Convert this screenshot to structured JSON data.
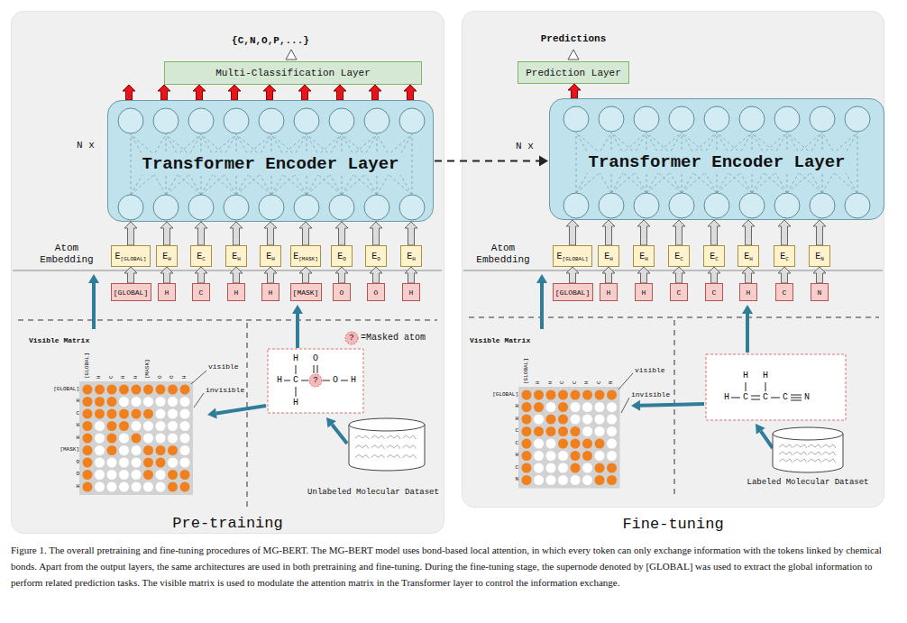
{
  "diagram": {
    "caption": "Figure 1. The overall pretraining and fine-tuning procedures of MG-BERT. The MG-BERT model uses bond-based local attention, in which every token can only exchange information with the tokens linked by chemical bonds. Apart from the output layers, the same architectures are used in both pretraining and fine-tuning. During the fine-tuning stage, the supernode denoted by [GLOBAL] was used to extract the global information to perform related prediction tasks. The visible matrix is used to modulate the attention matrix in the Transformer layer to control the information exchange.",
    "nodes": [
      {
        "text": [
          "Pre-training"
        ]
      },
      {
        "text": [
          "Multi-Classification Layer"
        ],
        "in": 0
      },
      {
        "text": [
          "Transformer Encoder Layer"
        ],
        "in": 0
      },
      {
        "text": [
          "E",
          "[GLOBAL]"
        ],
        "in": 0
      },
      {
        "text": [
          "E",
          "H"
        ],
        "in": 0
      },
      {
        "text": [
          "E",
          "C"
        ],
        "in": 0
      },
      {
        "text": [
          "E",
          "H"
        ],
        "in": 0
      },
      {
        "text": [
          "E",
          "H"
        ],
        "in": 0
      },
      {
        "text": [
          "E",
          "[MASK]"
        ],
        "in": 0
      },
      {
        "text": [
          "E",
          "O"
        ],
        "in": 0
      },
      {
        "text": [
          "E",
          "O"
        ],
        "in": 0
      },
      {
        "text": [
          "E",
          "H"
        ],
        "in": 0
      },
      {
        "text": [
          "[GLOBAL]"
        ],
        "in": 0
      },
      {
        "text": [
          "H"
        ],
        "in": 0
      },
      {
        "text": [
          "C"
        ],
        "in": 0
      },
      {
        "text": [
          "H"
        ],
        "in": 0
      },
      {
        "text": [
          "H"
        ],
        "in": 0
      },
      {
        "text": [
          "[MASK]"
        ],
        "in": 0
      },
      {
        "text": [
          "O"
        ],
        "in": 0
      },
      {
        "text": [
          "O"
        ],
        "in": 0
      },
      {
        "text": [
          "H"
        ],
        "in": 0
      },
      {
        "text": [
          "Unlabeled Molecular Dataset"
        ],
        "in": 0
      },
      {
        "text": [
          "Fine-tuning"
        ]
      },
      {
        "text": [
          "Prediction Layer"
        ],
        "in": 22
      },
      {
        "text": [
          "Transformer Encoder Layer"
        ],
        "in": 22
      },
      {
        "text": [
          "E",
          "[GLOBAL]"
        ],
        "in": 22
      },
      {
        "text": [
          "E",
          "H"
        ],
        "in": 22
      },
      {
        "text": [
          "E",
          "H"
        ],
        "in": 22
      },
      {
        "text": [
          "E",
          "C"
        ],
        "in": 22
      },
      {
        "text": [
          "E",
          "C"
        ],
        "in": 22
      },
      {
        "text": [
          "E",
          "H"
        ],
        "in": 22
      },
      {
        "text": [
          "E",
          "C"
        ],
        "in": 22
      },
      {
        "text": [
          "E",
          "N"
        ],
        "in": 22
      },
      {
        "text": [
          "[GLOBAL]"
        ],
        "in": 22
      },
      {
        "text": [
          "H"
        ],
        "in": 22
      },
      {
        "text": [
          "H"
        ],
        "in": 22
      },
      {
        "text": [
          "C"
        ],
        "in": 22
      },
      {
        "text": [
          "C"
        ],
        "in": 22
      },
      {
        "text": [
          "H"
        ],
        "in": 22
      },
      {
        "text": [
          "C"
        ],
        "in": 22
      },
      {
        "text": [
          "N"
        ],
        "in": 22
      },
      {
        "text": [
          "Labeled Molecular Dataset"
        ],
        "in": 22
      }
    ],
    "edges": [
      {
        "from": 2,
        "to": 1,
        "arrow": "to"
      },
      {
        "from": 2,
        "to": 1,
        "arrow": "to"
      },
      {
        "from": 2,
        "to": 1,
        "arrow": "to"
      },
      {
        "from": 2,
        "to": 1,
        "arrow": "to"
      },
      {
        "from": 2,
        "to": 1,
        "arrow": "to"
      },
      {
        "from": 2,
        "to": 1,
        "arrow": "to"
      },
      {
        "from": 2,
        "to": 1,
        "arrow": "to"
      },
      {
        "from": 2,
        "to": 1,
        "arrow": "to"
      },
      {
        "from": 2,
        "to": 1,
        "arrow": "to"
      },
      {
        "from": 12,
        "to": 3,
        "arrow": "to"
      },
      {
        "from": 13,
        "to": 4,
        "arrow": "to"
      },
      {
        "from": 14,
        "to": 5,
        "arrow": "to"
      },
      {
        "from": 15,
        "to": 6,
        "arrow": "to"
      },
      {
        "from": 16,
        "to": 7,
        "arrow": "to"
      },
      {
        "from": 17,
        "to": 8,
        "arrow": "to"
      },
      {
        "from": 18,
        "to": 9,
        "arrow": "to"
      },
      {
        "from": 19,
        "to": 10,
        "arrow": "to"
      },
      {
        "from": 20,
        "to": 11,
        "arrow": "to"
      },
      {
        "from": 3,
        "to": 2,
        "arrow": "to"
      },
      {
        "from": 4,
        "to": 2,
        "arrow": "to"
      },
      {
        "from": 5,
        "to": 2,
        "arrow": "to"
      },
      {
        "from": 6,
        "to": 2,
        "arrow": "to"
      },
      {
        "from": 7,
        "to": 2,
        "arrow": "to"
      },
      {
        "from": 8,
        "to": 2,
        "arrow": "to"
      },
      {
        "from": 9,
        "to": 2,
        "arrow": "to"
      },
      {
        "from": 10,
        "to": 2,
        "arrow": "to"
      },
      {
        "from": 11,
        "to": 2,
        "arrow": "to"
      },
      {
        "from": 2,
        "to": 24,
        "arrow": "to"
      },
      {
        "from": 24,
        "to": 23,
        "arrow": "to"
      },
      {
        "from": 33,
        "to": 25,
        "arrow": "to"
      },
      {
        "from": 34,
        "to": 26,
        "arrow": "to"
      },
      {
        "from": 35,
        "to": 27,
        "arrow": "to"
      },
      {
        "from": 36,
        "to": 28,
        "arrow": "to"
      },
      {
        "from": 37,
        "to": 29,
        "arrow": "to"
      },
      {
        "from": 38,
        "to": 30,
        "arrow": "to"
      },
      {
        "from": 39,
        "to": 31,
        "arrow": "to"
      },
      {
        "from": 40,
        "to": 32,
        "arrow": "to"
      },
      {
        "from": 25,
        "to": 24,
        "arrow": "to"
      },
      {
        "from": 26,
        "to": 24,
        "arrow": "to"
      },
      {
        "from": 27,
        "to": 24,
        "arrow": "to"
      },
      {
        "from": 28,
        "to": 24,
        "arrow": "to"
      },
      {
        "from": 29,
        "to": 24,
        "arrow": "to"
      },
      {
        "from": 30,
        "to": 24,
        "arrow": "to"
      },
      {
        "from": 31,
        "to": 24,
        "arrow": "to"
      },
      {
        "from": 32,
        "to": 24,
        "arrow": "to"
      }
    ],
    "labels": [
      "{C,N,O,P,...}",
      "N x",
      "Atom Embedding",
      "Visible Matrix",
      "[GLOBAL]",
      "H",
      "C",
      "H",
      "H",
      "[MASK]",
      "O",
      "O",
      "H",
      "[GLOBAL]",
      "H",
      "C",
      "H",
      "H",
      "[MASK]",
      "O",
      "O",
      "H",
      "visible",
      "invisible",
      "?",
      "=Masked atom",
      "H",
      "O",
      "H",
      "C",
      "?",
      "O",
      "H",
      "H",
      "Predictions",
      "N x",
      "Atom Embedding",
      "Visible Matrix",
      "[GLOBAL]",
      "H",
      "H",
      "C",
      "C",
      "H",
      "C",
      "N",
      "[GLOBAL]",
      "H",
      "H",
      "C",
      "C",
      "H",
      "C",
      "N",
      "visible",
      "invisible",
      "H",
      "H",
      "H",
      "C",
      "C",
      "C",
      "N"
    ]
  }
}
